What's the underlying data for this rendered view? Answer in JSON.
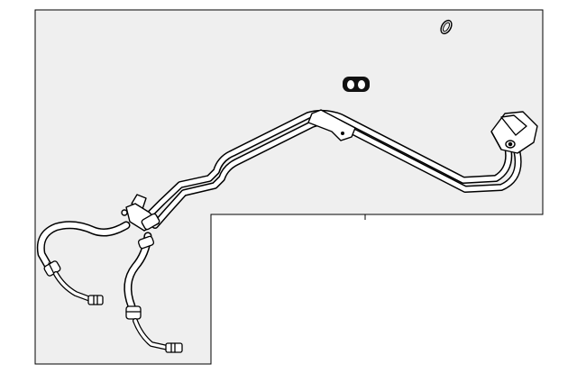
{
  "diagram": {
    "panel_fill": "#efefef",
    "line_color": "#000000",
    "highlight_color": "#ffffff",
    "parts": [
      {
        "name": "o-ring-seal-icon"
      },
      {
        "name": "retaining-clip-icon"
      },
      {
        "name": "mounting-bracket-icon"
      },
      {
        "name": "cooler-line-assembly"
      },
      {
        "name": "left-hose-line"
      },
      {
        "name": "right-hose-line"
      }
    ]
  }
}
